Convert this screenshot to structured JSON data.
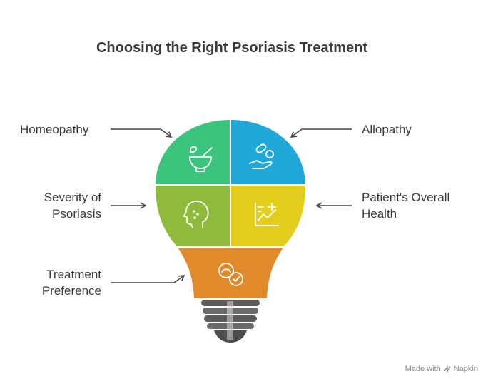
{
  "title": "Choosing the Right Psoriasis Treatment",
  "segments": [
    {
      "label": "Homeopathy",
      "color": "#3cc47c",
      "icon": "mortar-pestle-icon"
    },
    {
      "label": "Allopathy",
      "color": "#21a8db",
      "icon": "pills-hand-icon"
    },
    {
      "label_lines": [
        "Severity of",
        "Psoriasis"
      ],
      "color": "#8fbb3c",
      "icon": "head-skin-icon"
    },
    {
      "label_lines": [
        "Patient's Overall",
        "Health"
      ],
      "color": "#e3cf1b",
      "icon": "health-chart-icon"
    },
    {
      "label_lines": [
        "Treatment",
        "Preference"
      ],
      "color": "#e08a2c",
      "icon": "preference-check-icon"
    }
  ],
  "footer": {
    "made_with": "Made with",
    "brand": "Napkin"
  }
}
